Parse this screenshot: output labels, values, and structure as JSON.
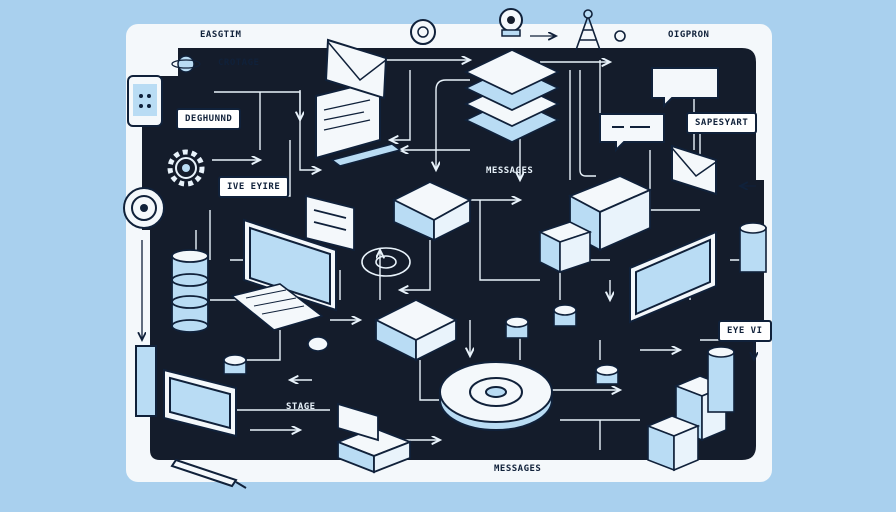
{
  "labels": {
    "top_left": "EASGTIM",
    "top_right": "OIGPRON",
    "crotage": "CROTAGE",
    "deghunnd": "DEGHUNND",
    "ive_eyire": "IVE EYIRE",
    "messages_center": "MESSAGES",
    "sapesyart": "SAPESYART",
    "eye_vi": "EYE VI",
    "stage": "STAGE",
    "messages_bottom": "MESSAGES"
  },
  "colors": {
    "background": "#a9d0ee",
    "frame": "#f4f8fb",
    "board": "#141c2b",
    "line": "#e9f3fb",
    "accent": "#b9dcf4",
    "ink": "#10213a"
  },
  "icons": [
    "gear-icon",
    "planet-icon",
    "phone-icon",
    "target-icon",
    "envelope-icon",
    "database-icon",
    "monitor-icon",
    "keyboard-icon",
    "mouse-icon",
    "server-stack-icon",
    "radio-tower-icon",
    "bulb-icon",
    "chat-bubble-icon",
    "pen-icon",
    "circular-hub-icon"
  ]
}
